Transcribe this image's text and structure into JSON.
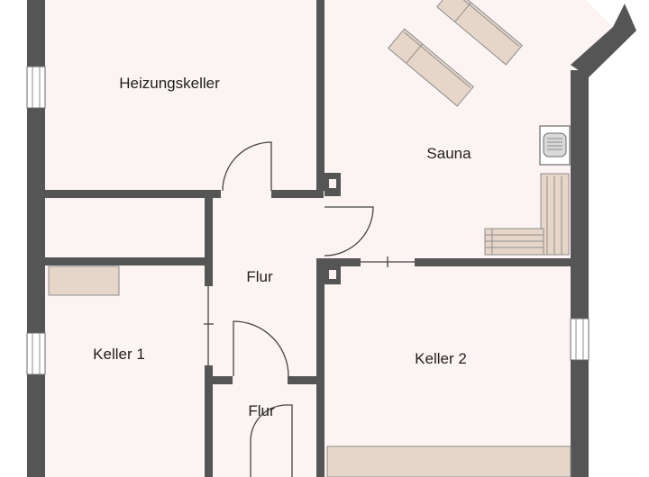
{
  "plan": {
    "colors": {
      "floor": "#fcf4f3",
      "wall": "#555555",
      "furniture": "#e6d6c9",
      "furniture_line": "#8c8c8c",
      "window": "#ffffff"
    },
    "rooms": {
      "heizungskeller": "Heizungskeller",
      "sauna": "Sauna",
      "flur_upper": "Flur",
      "flur_lower": "Flur",
      "keller_1": "Keller 1",
      "keller_2": "Keller 2"
    },
    "icons": {
      "sauna_stove": "sauna-stove-icon",
      "lounger": "sun-lounger-icon",
      "bench": "sauna-bench-icon"
    }
  }
}
